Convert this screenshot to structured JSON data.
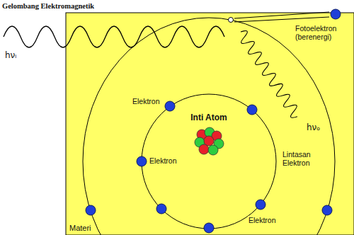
{
  "diagram": {
    "nodes": [
      {
        "text": [
          "Materi"
        ]
      }
    ],
    "labels": [
      "Gelombang Elektromagnetik",
      "hνᵢ",
      "Fotoelektron (berenergi)",
      "hνₒ",
      "Elektron",
      "Inti Atom",
      "Elektron",
      "Lintasan Elektron",
      "Elektron"
    ]
  }
}
